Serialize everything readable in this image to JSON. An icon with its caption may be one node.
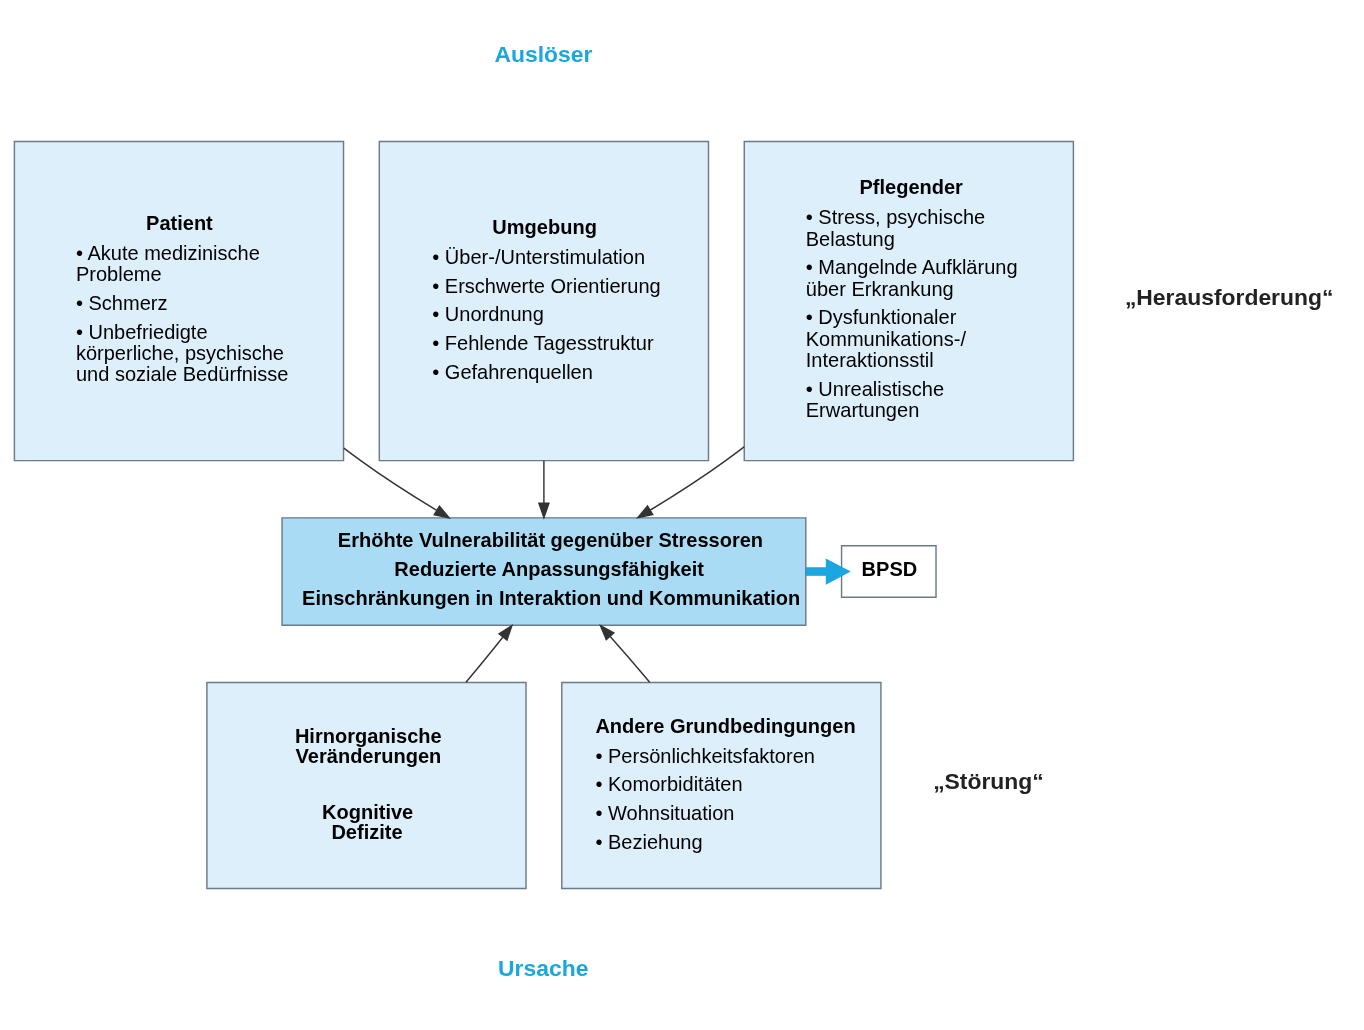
{
  "diagram": {
    "nodes": [
      {
        "text": [
          "Patient",
          "• Akute medizinische Probleme",
          "• Schmerz",
          "• Unbefriedigte körperliche, psychische und soziale Bedürfnisse"
        ]
      },
      {
        "text": [
          "Umgebung",
          "• Über-/Unterstimulation",
          "• Erschwerte Orientierung",
          "• Unordnung",
          "• Fehlende Tagesstruktur",
          "• Gefahrenquellen"
        ]
      },
      {
        "text": [
          "Pflegender",
          "• Stress, psychische Belastung",
          "• Mangelnde Aufklärung über Erkrankung",
          "• Dysfunktionaler Kommunikations-/ Interaktionsstil",
          "• Unrealistische Erwartungen"
        ]
      },
      {
        "text": [
          "Erhöhte Vulnerabilität gegenüber Stressoren",
          "Reduzierte Anpassungsfähigkeit",
          "Einschränkungen in Interaktion und Kommunikation"
        ]
      },
      {
        "text": [
          "BPSD"
        ]
      },
      {
        "text": [
          "Hirnorganische Veränderungen",
          "Kognitive Defizite"
        ]
      },
      {
        "text": [
          "Andere Grundbedingungen",
          "• Persönlichkeitsfaktoren",
          "• Komorbiditäten",
          "• Wohnsituation",
          "• Beziehung"
        ]
      }
    ],
    "edges": [
      {
        "from": 0,
        "to": 3,
        "arrow": "to"
      },
      {
        "from": 1,
        "to": 3,
        "arrow": "to"
      },
      {
        "from": 2,
        "to": 3,
        "arrow": "to"
      },
      {
        "from": 3,
        "to": 4,
        "arrow": "to",
        "style": "thick",
        "color": "#1aa7e0"
      },
      {
        "from": 5,
        "to": 3,
        "arrow": "to"
      },
      {
        "from": 6,
        "to": 3,
        "arrow": "to"
      }
    ],
    "labels": [
      "Auslöser",
      "„Herausforderung“",
      "„Störung“",
      "Ursache"
    ]
  }
}
